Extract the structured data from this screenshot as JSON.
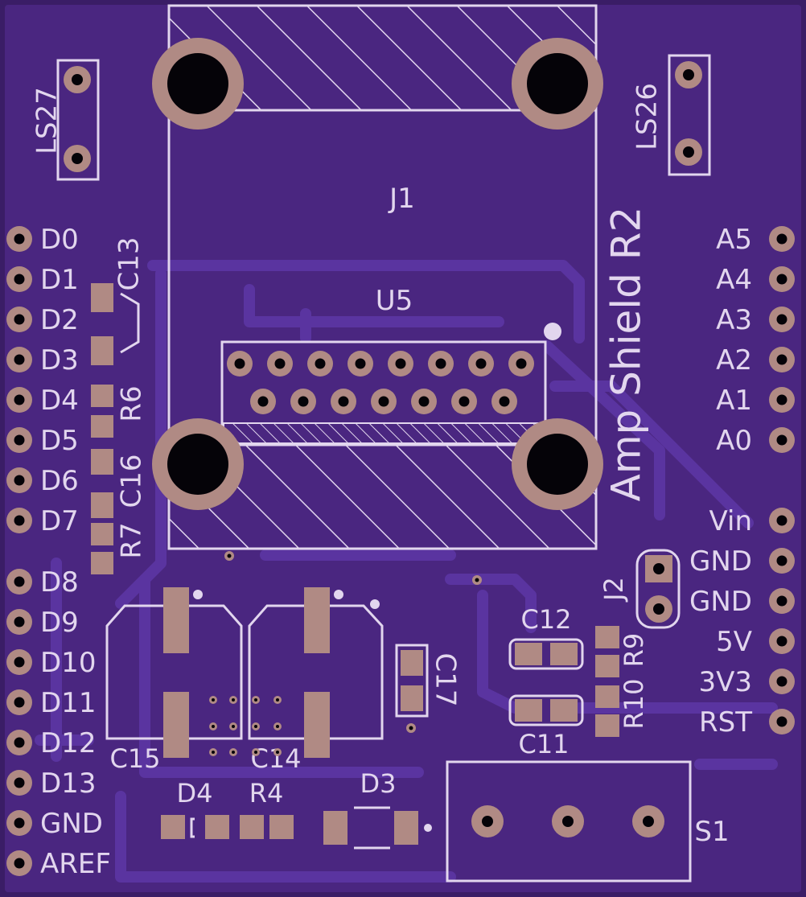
{
  "colors": {
    "board": "#4a2680",
    "board_edge": "#3a1d66",
    "trace": "#5a34a0",
    "silk": "#e2d6ee",
    "copper": "#b08a84",
    "hole": "#050308"
  },
  "board_title": "Amp Shield R2",
  "left_pins": [
    "D0",
    "D1",
    "D2",
    "D3",
    "D4",
    "D5",
    "D6",
    "D7",
    "D8",
    "D9",
    "D10",
    "D11",
    "D12",
    "D13",
    "GND",
    "AREF"
  ],
  "right_pins_top": [
    "A5",
    "A4",
    "A3",
    "A2",
    "A1",
    "A0"
  ],
  "right_pins_bottom": [
    "Vin",
    "GND",
    "GND",
    "5V",
    "3V3",
    "RST"
  ],
  "refdes": {
    "j1": "J1",
    "u5": "U5",
    "ls27": "LS27",
    "ls26": "LS26",
    "c13": "C13",
    "r6": "R6",
    "c16": "C16",
    "r7": "R7",
    "c15": "C15",
    "c14": "C14",
    "c17": "C17",
    "c12": "C12",
    "c11": "C11",
    "j2": "J2",
    "r9": "R9",
    "r10": "R10",
    "d4": "D4",
    "r4": "R4",
    "d3": "D3",
    "s1": "S1"
  }
}
